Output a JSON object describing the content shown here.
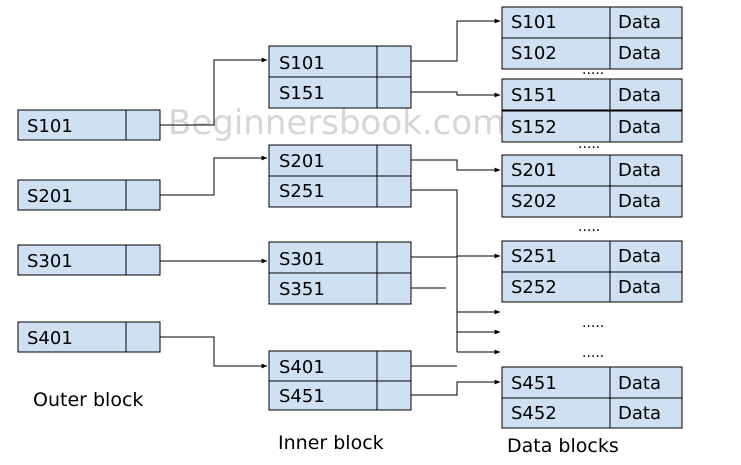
{
  "colors": {
    "box_fill": "#cfe0f3",
    "stroke": "#000000",
    "watermark": "#cfcfcf"
  },
  "watermark": "Beginnersbook.com",
  "labels": {
    "outer": "Outer block",
    "inner": "Inner block",
    "data": "Data blocks"
  },
  "outer_block": [
    "S101",
    "S201",
    "S301",
    "S401"
  ],
  "inner_block": [
    [
      "S101",
      "S151"
    ],
    [
      "S201",
      "S251"
    ],
    [
      "S301",
      "S351"
    ],
    [
      "S401",
      "S451"
    ]
  ],
  "data_blocks": [
    [
      "S101",
      "S102"
    ],
    [
      "S151",
      "S152"
    ],
    [
      "S201",
      "S202"
    ],
    [
      "S251",
      "S252"
    ],
    [
      "S451",
      "S452"
    ]
  ],
  "data_cell_label": "Data",
  "ellipsis": "....."
}
